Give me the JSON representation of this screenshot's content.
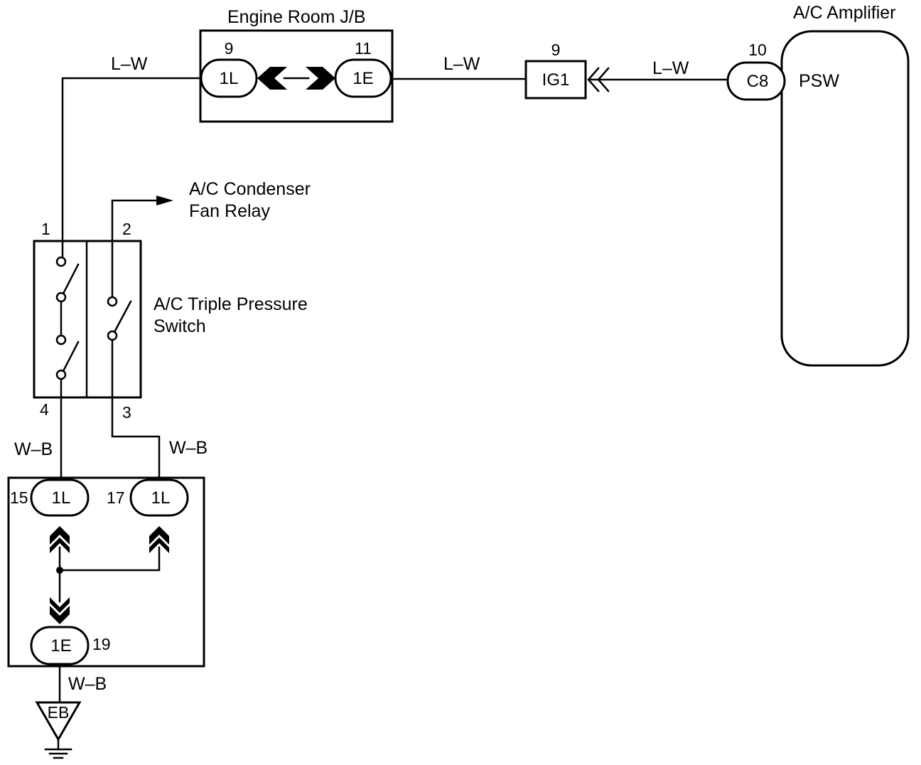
{
  "components": {
    "engine_room_jb": "Engine Room J/B",
    "ac_amplifier": "A/C Amplifier",
    "psw": "PSW",
    "condenser_fan_relay": [
      "A/C  Condenser",
      "Fan Relay"
    ],
    "triple_pressure_switch": [
      "A/C Triple Pressure",
      "Switch"
    ],
    "ground": "EB"
  },
  "connectors": {
    "jb_left": {
      "code": "1L",
      "pin": "9"
    },
    "jb_right": {
      "code": "1E",
      "pin": "11"
    },
    "ig1": {
      "code": "IG1",
      "pin": "9"
    },
    "c8": {
      "code": "C8",
      "pin": "10"
    },
    "lower_left": {
      "code": "1L",
      "pin": "15"
    },
    "lower_right": {
      "code": "1L",
      "pin": "17"
    },
    "lower_bottom": {
      "code": "1E",
      "pin": "19"
    }
  },
  "switch_pins": {
    "p1": "1",
    "p2": "2",
    "p3": "3",
    "p4": "4"
  },
  "wire_colors": {
    "top_left": "L–W",
    "mid": "L–W",
    "right": "L–W",
    "sw_left": "W–B",
    "sw_right": "W–B",
    "ground": "W–B"
  }
}
